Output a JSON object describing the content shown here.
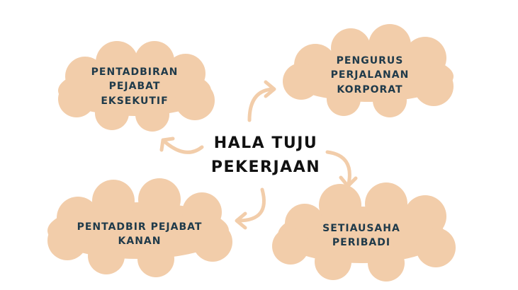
{
  "center": {
    "line1": "HALA TUJU",
    "line2": "PEKERJAAN"
  },
  "clouds": {
    "top_left": {
      "line1": "PENTADBIRAN",
      "line2": "PEJABAT",
      "line3": "EKSEKUTIF"
    },
    "top_right": {
      "line1": "PENGURUS",
      "line2": "PERJALANAN",
      "line3": "KORPORAT"
    },
    "bottom_left": {
      "line1": "PENTADBIR PEJABAT",
      "line2": "KANAN"
    },
    "bottom_right": {
      "line1": "SETIAUSAHA",
      "line2": "PERIBADI"
    }
  },
  "colors": {
    "cloud_fill": "#f2cdaa",
    "arrow": "#f2cdaa",
    "cloud_text": "#1f3a4a",
    "center_text": "#111111"
  }
}
